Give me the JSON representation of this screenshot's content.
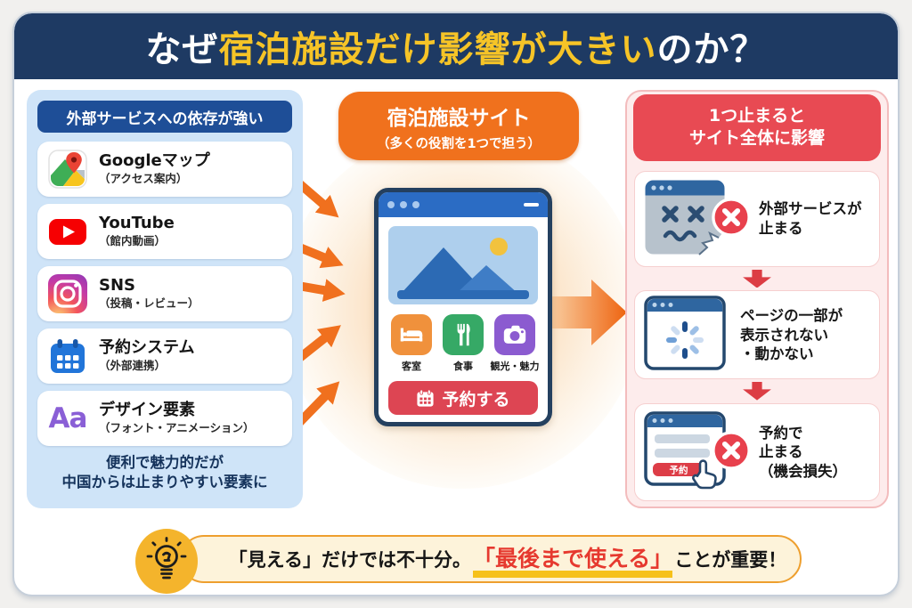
{
  "title": {
    "prefix": "なぜ",
    "highlight": "宿泊施設だけ影響が大きい",
    "suffix": "のか？"
  },
  "left_panel": {
    "header": "外部サービスへの依存が強い",
    "items": [
      {
        "icon": "google-maps-icon",
        "name": "Googleマップ",
        "desc": "（アクセス案内）"
      },
      {
        "icon": "youtube-icon",
        "name": "YouTube",
        "desc": "（館内動画）"
      },
      {
        "icon": "instagram-icon",
        "name": "SNS",
        "desc": "（投稿・レビュー）"
      },
      {
        "icon": "calendar-icon",
        "name": "予約システム",
        "desc": "（外部連携）"
      },
      {
        "icon": "typography-icon",
        "icon_text": "Aa",
        "name": "デザイン要素",
        "desc": "（フォント・アニメーション）"
      }
    ],
    "footer_line1": "便利で魅力的だが",
    "footer_line2": "中国からは止まりやすい要素に"
  },
  "center": {
    "badge_title": "宿泊施設サイト",
    "badge_subtitle": "（多くの役割を1つで担う）",
    "tiles": [
      {
        "icon": "bed-icon",
        "label": "客室"
      },
      {
        "icon": "utensils-icon",
        "label": "食事"
      },
      {
        "icon": "camera-icon",
        "label": "観光・魅力"
      }
    ],
    "cta_label": "予約する"
  },
  "right_panel": {
    "header_line1": "1つ止まると",
    "header_line2": "サイト全体に影響",
    "items": [
      {
        "icon": "crashed-window-icon",
        "lines": [
          "外部サービスが",
          "止まる"
        ]
      },
      {
        "icon": "loading-window-icon",
        "lines": [
          "ページの一部が",
          "表示されない",
          "・動かない"
        ]
      },
      {
        "icon": "booking-form-icon",
        "lines": [
          "予約で",
          "止まる",
          "（機会損失）"
        ]
      }
    ],
    "mini_button_label": "予約"
  },
  "bottom_banner": {
    "text_before": "「見える」だけでは不十分。",
    "text_highlight": "「最後まで使える」",
    "text_after": "ことが重要！"
  },
  "colors": {
    "header_navy": "#1e3a63",
    "title_yellow": "#f6c427",
    "accent_orange": "#f0711d",
    "panel_blue": "#cfe4f8",
    "panel_blue_header": "#1e4e97",
    "right_red": "#e84a53",
    "right_pink": "#fdecec",
    "cta_red": "#dd4553",
    "banner_cream": "#fdf3da",
    "bulb_yellow": "#f4b42c",
    "highlight_red": "#e6392f",
    "underline_yellow": "#f6c11a"
  }
}
